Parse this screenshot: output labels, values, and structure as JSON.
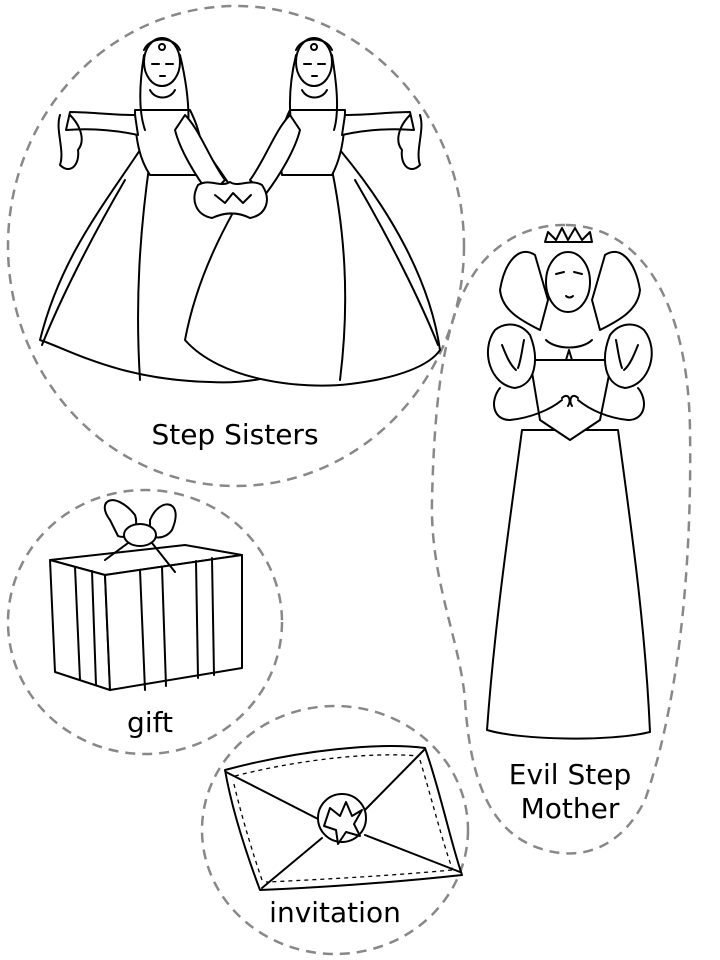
{
  "labels": {
    "step_sisters": "Step Sisters",
    "gift": "gift",
    "invitation": "invitation",
    "evil_step_mother_line1": "Evil Step",
    "evil_step_mother_line2": "Mother"
  },
  "colors": {
    "line": "#000000",
    "cut_line": "#888888",
    "background": "#ffffff"
  }
}
